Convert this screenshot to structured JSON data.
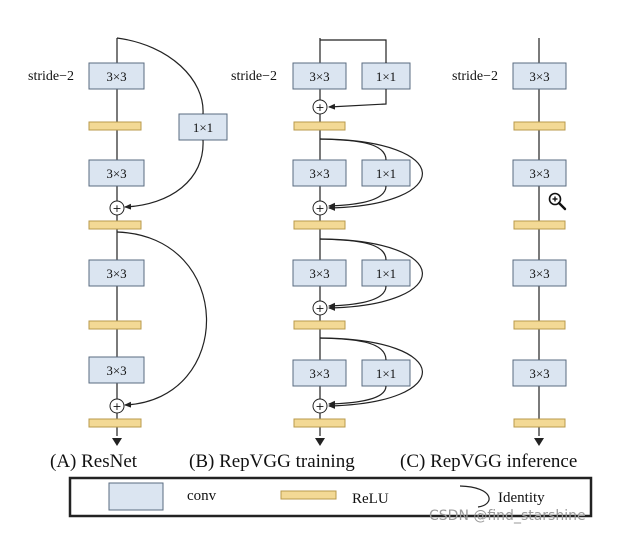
{
  "labels": {
    "stride": "stride−2",
    "conv3": "3×3",
    "conv1": "1×1",
    "plus": "+"
  },
  "captions": {
    "resnet": "(A) ResNet",
    "training": "(B) RepVGG training",
    "inference": "(C) RepVGG inference"
  },
  "legend": {
    "conv": "conv",
    "relu": "ReLU",
    "identity": "Identity"
  },
  "watermark": "CSDN @find_starshine",
  "icons": {
    "zoom": "zoom-in-icon"
  },
  "colors": {
    "conv_fill": "#dbe5f1",
    "conv_stroke": "#5a6b80",
    "relu_fill": "#f3d995",
    "relu_stroke": "#b89a4c",
    "line": "#222222"
  }
}
